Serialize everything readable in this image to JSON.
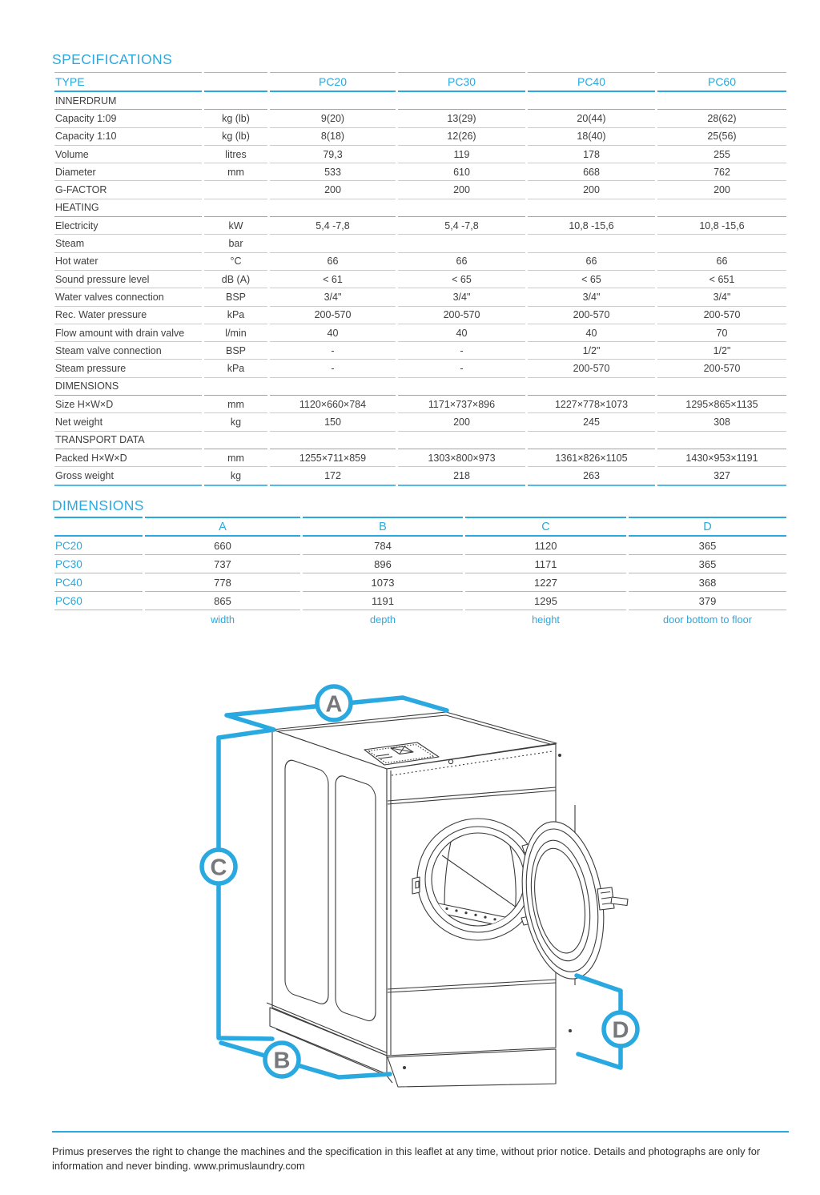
{
  "specifications": {
    "title": "SPECIFICATIONS",
    "type_label": "TYPE",
    "models": [
      "PC20",
      "PC30",
      "PC40",
      "PC60"
    ],
    "rows": [
      {
        "section": true,
        "label": "INNERDRUM"
      },
      {
        "section": false,
        "label": "Capacity  1:09",
        "unit": "kg (lb)",
        "values": [
          "9(20)",
          "13(29)",
          "20(44)",
          "28(62)"
        ]
      },
      {
        "section": false,
        "label": "Capacity  1:10",
        "unit": "kg (lb)",
        "values": [
          "8(18)",
          "12(26)",
          "18(40)",
          "25(56)"
        ]
      },
      {
        "section": false,
        "label": "Volume",
        "unit": "litres",
        "values": [
          "79,3",
          "119",
          "178",
          "255"
        ]
      },
      {
        "section": false,
        "label": "Diameter",
        "unit": "mm",
        "values": [
          "533",
          "610",
          "668",
          "762"
        ]
      },
      {
        "section": false,
        "label": "G-FACTOR",
        "unit": "",
        "values": [
          "200",
          "200",
          "200",
          "200"
        ]
      },
      {
        "section": true,
        "label": "HEATING"
      },
      {
        "section": false,
        "label": "Electricity",
        "unit": "kW",
        "values": [
          "5,4 -7,8",
          "5,4 -7,8",
          "10,8 -15,6",
          "10,8 -15,6"
        ]
      },
      {
        "section": false,
        "label": "Steam",
        "unit": "bar",
        "values": [
          "",
          "",
          "",
          ""
        ]
      },
      {
        "section": false,
        "label": "Hot water",
        "unit": "°C",
        "values": [
          "66",
          "66",
          "66",
          "66"
        ]
      },
      {
        "section": false,
        "label": "Sound pressure level",
        "unit": "dB (A)",
        "values": [
          "< 61",
          "< 65",
          "< 65",
          "< 651"
        ]
      },
      {
        "section": false,
        "label": "Water valves connection",
        "unit": "BSP",
        "values": [
          "3/4\"",
          "3/4\"",
          "3/4\"",
          "3/4\""
        ]
      },
      {
        "section": false,
        "label": "Rec. Water pressure",
        "unit": "kPa",
        "values": [
          "200-570",
          "200-570",
          "200-570",
          "200-570"
        ]
      },
      {
        "section": false,
        "label": "Flow amount with drain valve",
        "unit": "l/min",
        "values": [
          "40",
          "40",
          "40",
          "70"
        ]
      },
      {
        "section": false,
        "label": "Steam valve connection",
        "unit": "BSP",
        "values": [
          "-",
          "-",
          "1/2\"",
          "1/2\""
        ]
      },
      {
        "section": false,
        "label": "Steam pressure",
        "unit": "kPa",
        "values": [
          "-",
          "-",
          "200-570",
          "200-570"
        ]
      },
      {
        "section": true,
        "label": "DIMENSIONS"
      },
      {
        "section": false,
        "label": "Size H×W×D",
        "unit": "mm",
        "values": [
          "1120×660×784",
          "1171×737×896",
          "1227×778×1073",
          "1295×865×1135"
        ]
      },
      {
        "section": false,
        "label": "Net weight",
        "unit": "kg",
        "values": [
          "150",
          "200",
          "245",
          "308"
        ]
      },
      {
        "section": true,
        "label": "TRANSPORT DATA"
      },
      {
        "section": false,
        "label": "Packed H×W×D",
        "unit": "mm",
        "values": [
          "1255×711×859",
          "1303×800×973",
          "1361×826×1105",
          "1430×953×1191"
        ]
      },
      {
        "section": false,
        "label": "Gross weight",
        "unit": "kg",
        "values": [
          "172",
          "218",
          "263",
          "327"
        ]
      }
    ]
  },
  "dimensions": {
    "title": "DIMENSIONS",
    "columns": [
      "A",
      "B",
      "C",
      "D"
    ],
    "rows": [
      {
        "model": "PC20",
        "values": [
          "660",
          "784",
          "1120",
          "365"
        ]
      },
      {
        "model": "PC30",
        "values": [
          "737",
          "896",
          "1171",
          "365"
        ]
      },
      {
        "model": "PC40",
        "values": [
          "778",
          "1073",
          "1227",
          "368"
        ]
      },
      {
        "model": "PC60",
        "values": [
          "865",
          "1191",
          "1295",
          "379"
        ]
      }
    ],
    "legend": [
      "width",
      "depth",
      "height",
      "door bottom to floor"
    ]
  },
  "diagram": {
    "labels": [
      "A",
      "B",
      "C",
      "D"
    ],
    "accent_color": "#29A9E0",
    "letter_color": "#77787B"
  },
  "footer": {
    "text": "Primus preserves the right to change the machines and the specification in this leaflet at any time, without prior notice. Details and photographs are only for information and never binding. www.primuslaundry.com"
  }
}
